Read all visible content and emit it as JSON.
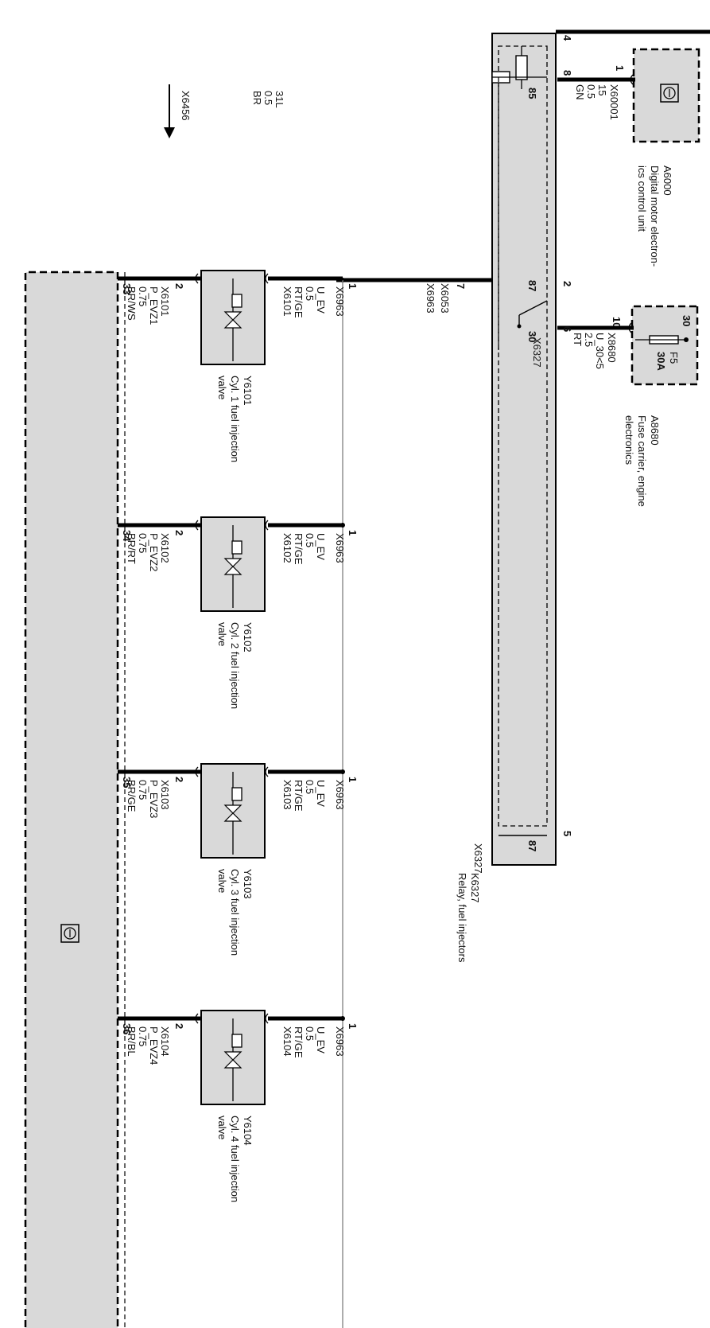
{
  "relay": {
    "id": "K6327",
    "name": "Relay, fuel injectors",
    "pins": {
      "p4": "4",
      "p8": "8",
      "p2": "2",
      "p6": "6",
      "p5": "5"
    },
    "inner": {
      "i85": "85",
      "i87a": "87",
      "i30": "30",
      "i87b": "87"
    },
    "connector_a": "X6327",
    "connector_b": "X6327"
  },
  "dme": {
    "id": "A6000",
    "name_line1": "Digital motor electron-",
    "name_line2": "ics control unit",
    "pin": "1",
    "connector": "X60001",
    "wire": {
      "l1": "15",
      "l2": "0.5",
      "l3": "GN"
    }
  },
  "fuse": {
    "id": "A8680",
    "name_line1": "Fuse carrier, engine",
    "name_line2": "electronics",
    "pin": "10",
    "connector": "X8680",
    "fuse_label": "F5",
    "rating": "30A",
    "terminal": "30",
    "wire": {
      "l1": "U_30<5",
      "l2": "2.5",
      "l3": "RT"
    }
  },
  "ground_wire": {
    "connector": "X6456",
    "l1": "31L",
    "l2": "0.5",
    "l3": "BR"
  },
  "supply": {
    "pin": "7",
    "connector": "X6053",
    "splice": "X6963"
  },
  "valves": [
    {
      "id": "Y6101",
      "name_l1": "Cyl. 1 fuel injection",
      "name_l2": "valve",
      "pin1": "1",
      "pin2": "2",
      "conn": "X6101",
      "top": {
        "l1": "U_EV",
        "l2": "0.5",
        "l3": "RT/GE"
      },
      "splice": "X6963",
      "bottom": {
        "l1": "P_EVZ1",
        "l2": "0.75",
        "l3": "BR/WS"
      },
      "dme_pin": "33",
      "gnd": "31"
    },
    {
      "id": "Y6102",
      "name_l1": "Cyl. 2 fuel injection",
      "name_l2": "valve",
      "pin1": "1",
      "pin2": "2",
      "conn": "X6102",
      "top": {
        "l1": "U_EV",
        "l2": "0.5",
        "l3": "RT/GE"
      },
      "splice": "X6963",
      "bottom": {
        "l1": "P_EVZ2",
        "l2": "0.75",
        "l3": "BR/RT"
      },
      "dme_pin": "34",
      "gnd": "31"
    },
    {
      "id": "Y6103",
      "name_l1": "Cyl. 3 fuel injection",
      "name_l2": "valve",
      "pin1": "1",
      "pin2": "2",
      "conn": "X6103",
      "top": {
        "l1": "U_EV",
        "l2": "0.5",
        "l3": "RT/GE"
      },
      "splice": "X6963",
      "bottom": {
        "l1": "P_EVZ3",
        "l2": "0.75",
        "l3": "BR/GE"
      },
      "dme_pin": "35",
      "gnd": "31"
    },
    {
      "id": "Y6104",
      "name_l1": "Cyl. 4 fuel injection",
      "name_l2": "valve",
      "pin1": "1",
      "pin2": "2",
      "conn": "X6104",
      "top": {
        "l1": "U_EV",
        "l2": "0.5",
        "l3": "RT/GE"
      },
      "splice": "X6963",
      "bottom": {
        "l1": "P_EVZ4",
        "l2": "0.75",
        "l3": "BR/BL"
      },
      "dme_pin": "36",
      "gnd": "31"
    }
  ]
}
